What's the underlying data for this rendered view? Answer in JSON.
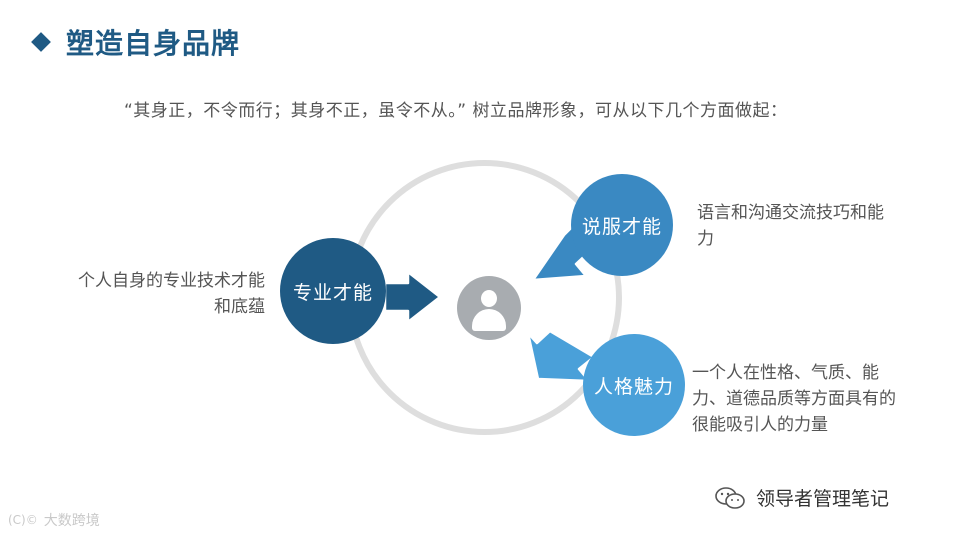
{
  "header": {
    "title": "塑造自身品牌",
    "subtitle": "“其身正，不令而行；其身不正，虽令不从。” 树立品牌形象，可从以下几个方面做起："
  },
  "diagram": {
    "left": {
      "label": "专业才能",
      "description": "个人自身的专业技术才能和底蕴"
    },
    "top_right": {
      "label": "说服才能",
      "description": "语言和沟通交流技巧和能力"
    },
    "bottom_right": {
      "label": "人格魅力",
      "description": "一个人在性格、气质、能力、道德品质等方面具有的很能吸引人的力量"
    },
    "center_icon": "user-icon"
  },
  "watermarks": {
    "left_symbol": "(C)©",
    "left_text": "大数跨境",
    "right_text": "领导者管理笔记",
    "right_icon": "wechat-icon"
  },
  "colors": {
    "dark_blue": "#1f5a84",
    "mid_blue": "#3a89c2",
    "light_blue": "#4aa0d9",
    "ring_gray": "#dedede",
    "icon_gray": "#a8acb0"
  }
}
